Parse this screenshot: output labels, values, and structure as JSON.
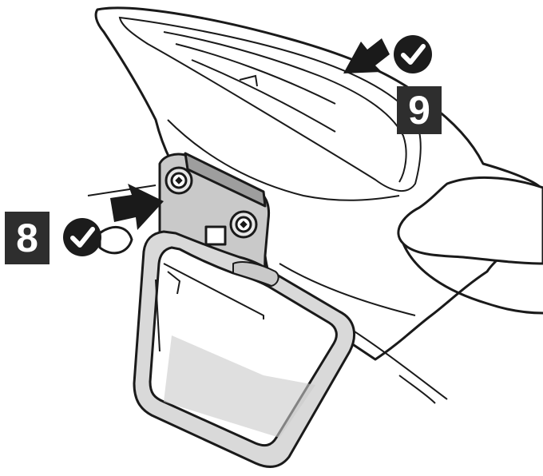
{
  "steps": [
    {
      "number": "8",
      "status": "checked",
      "status_icon": "check-circle-icon"
    },
    {
      "number": "9",
      "status": "checked",
      "status_icon": "check-circle-icon"
    }
  ],
  "colors": {
    "line": "#1a1a1a",
    "bracket_fill": "#c9c9c9",
    "frame_fill": "#d9d9d9",
    "badge_fill": "#2e2e2e",
    "check_fill": "#1c1c1c"
  }
}
